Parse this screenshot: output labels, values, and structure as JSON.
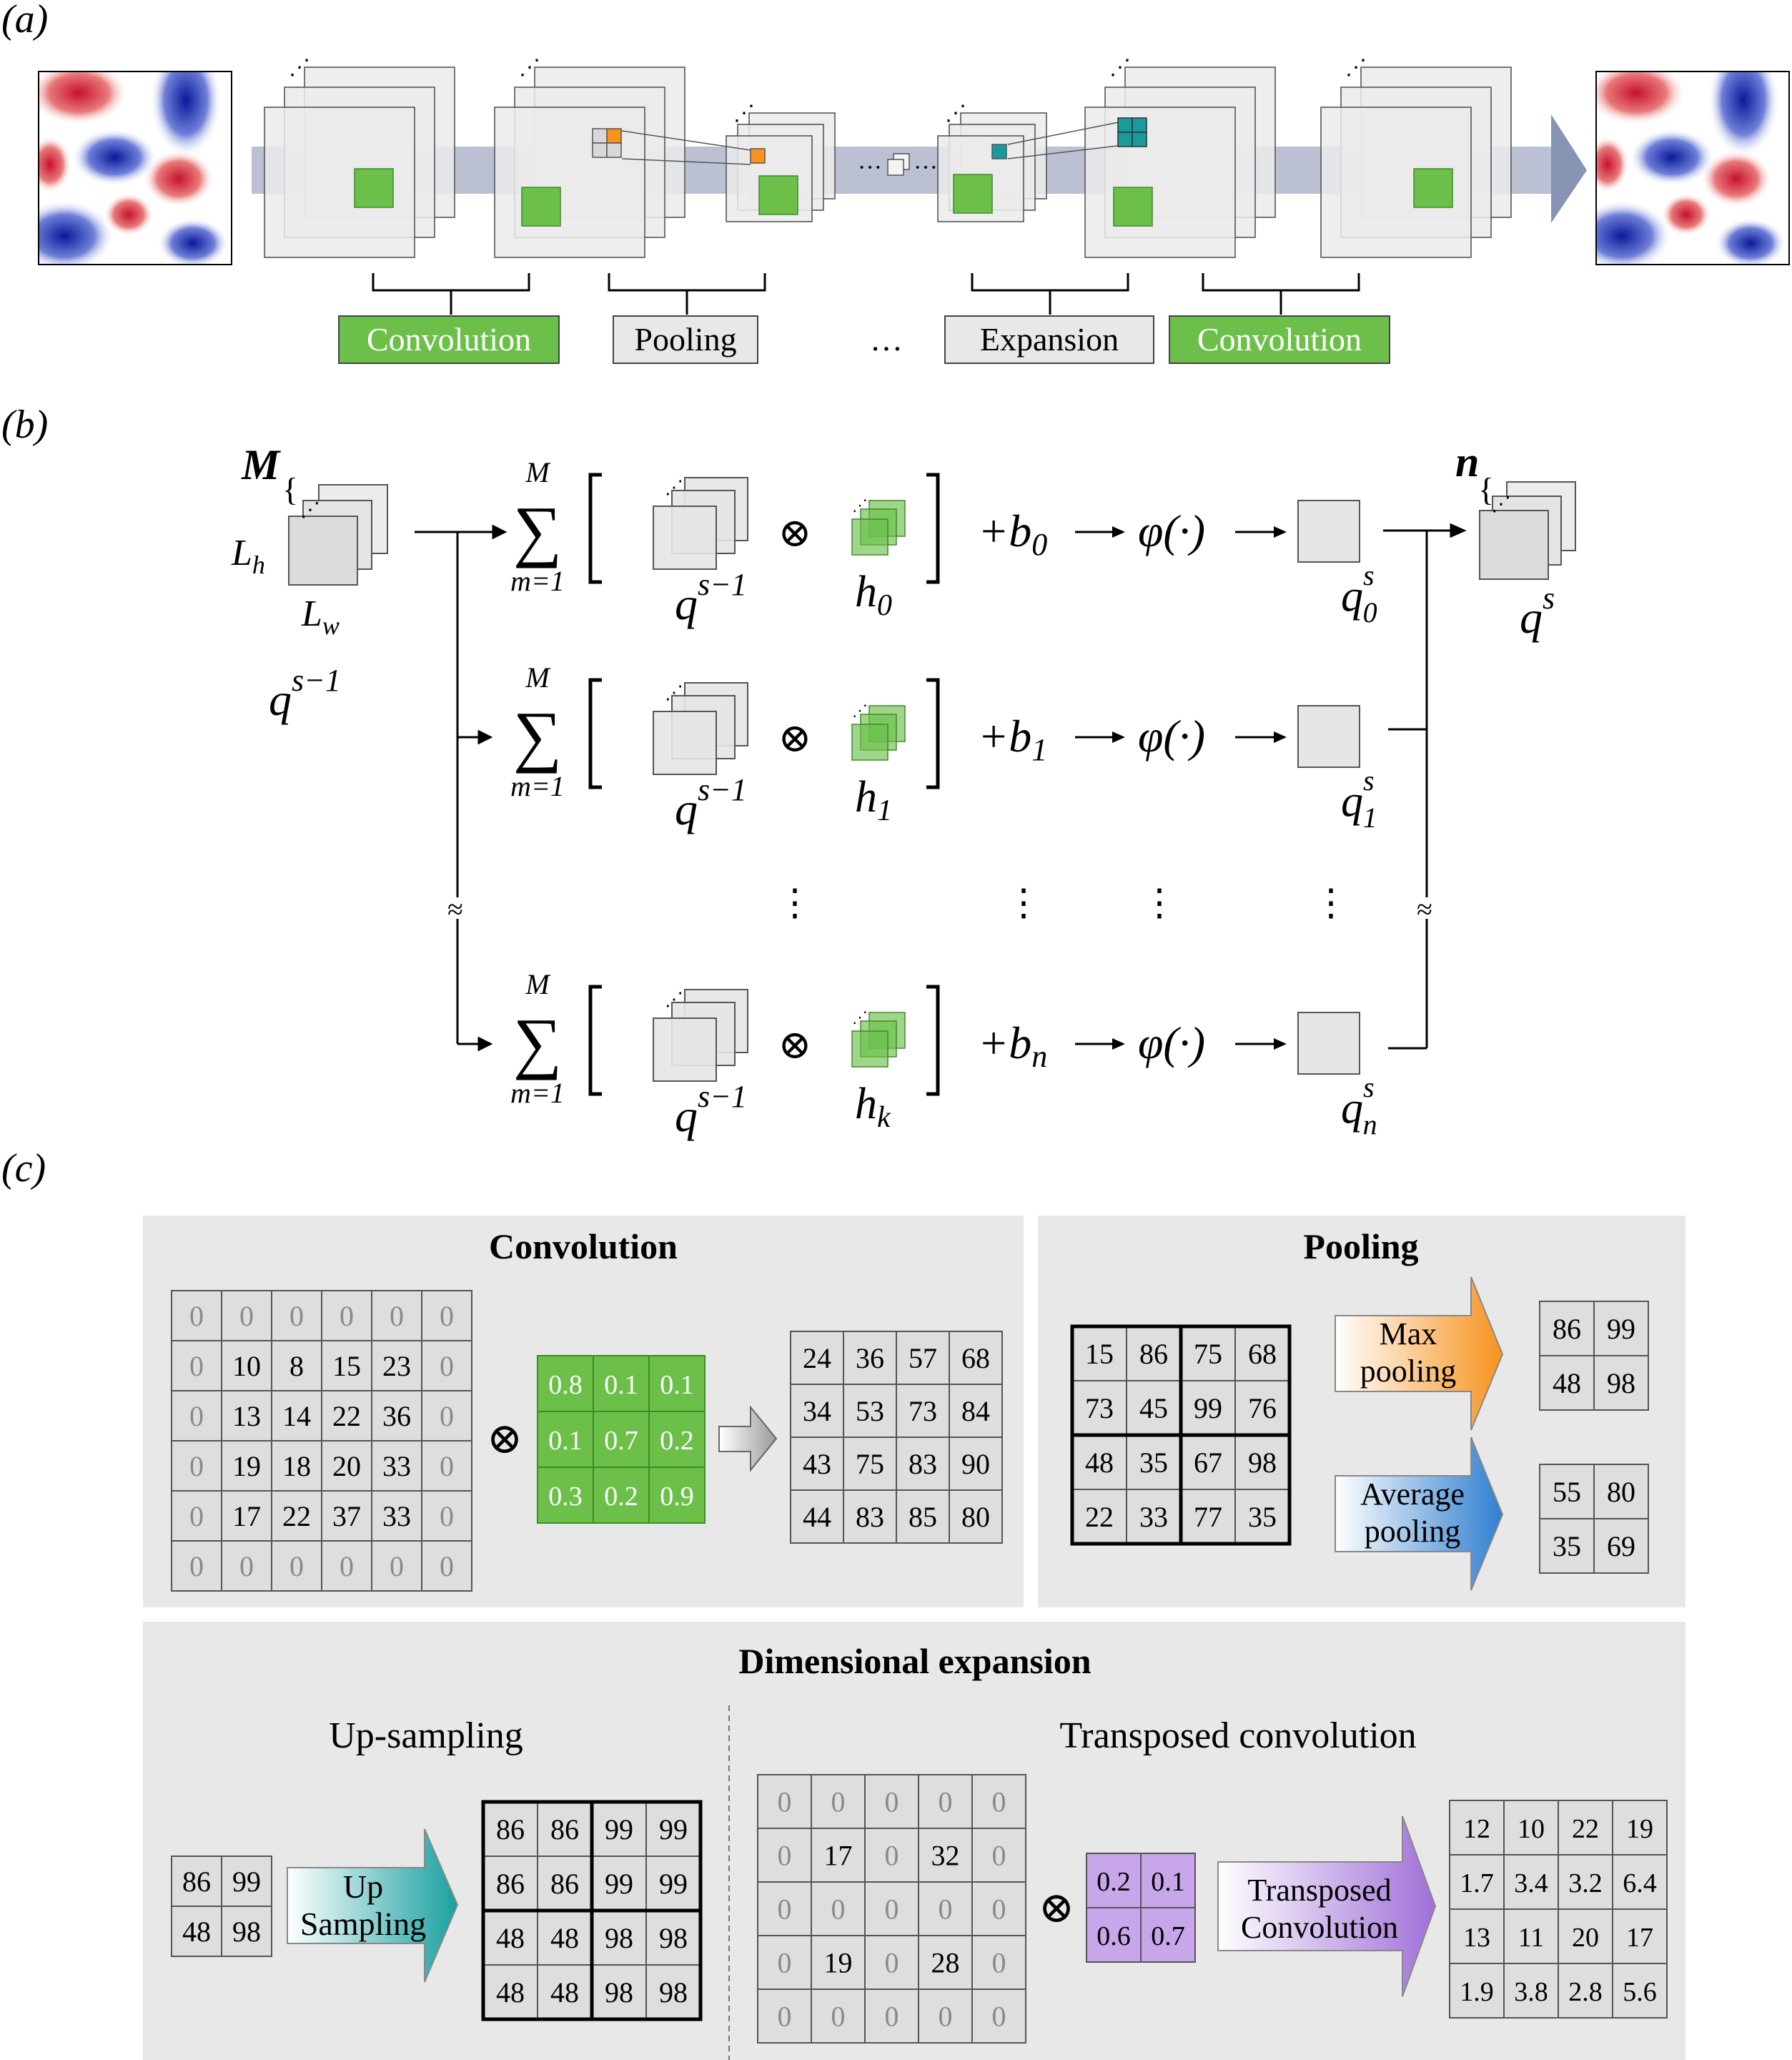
{
  "panel_labels": {
    "a": "(a)",
    "b": "(b)",
    "c": "(c)"
  },
  "a": {
    "labels": {
      "conv1": "Convolution",
      "pool": "Pooling",
      "dots": "…",
      "expansion": "Expansion",
      "conv2": "Convolution"
    },
    "colors": {
      "green": "#6cc04a",
      "orange": "#f7931e",
      "teal": "#1a9a9a",
      "arrow": "#9aa6c0"
    }
  },
  "b": {
    "M": "M",
    "Lh": "L",
    "Lh_sub": "h",
    "Lw": "L",
    "Lw_sub": "w",
    "q_in": "q",
    "q_in_sup": "s−1",
    "sum_top": "M",
    "sum_bottom": "m=1",
    "q_prev": "q",
    "q_prev_sup": "s−1",
    "otimes": "⊗",
    "rows": [
      {
        "h": "h",
        "h_sub": "0",
        "b": "+b",
        "b_sub": "0",
        "q": "q",
        "q_sup": "s",
        "q_sub": "0"
      },
      {
        "h": "h",
        "h_sub": "1",
        "b": "+b",
        "b_sub": "1",
        "q": "q",
        "q_sup": "s",
        "q_sub": "1"
      },
      {
        "h": "h",
        "h_sub": "k",
        "b": "+b",
        "b_sub": "n",
        "q": "q",
        "q_sup": "s",
        "q_sub": "n"
      }
    ],
    "phi": "φ(·)",
    "n": "n",
    "q_out": "q",
    "q_out_sup": "s",
    "vdots": "⋮"
  },
  "c": {
    "convolution": {
      "title": "Convolution",
      "input": [
        [
          0,
          0,
          0,
          0,
          0,
          0
        ],
        [
          0,
          10,
          8,
          15,
          23,
          0
        ],
        [
          0,
          13,
          14,
          22,
          36,
          0
        ],
        [
          0,
          19,
          18,
          20,
          33,
          0
        ],
        [
          0,
          17,
          22,
          37,
          33,
          0
        ],
        [
          0,
          0,
          0,
          0,
          0,
          0
        ]
      ],
      "kernel": [
        [
          "0.8",
          "0.1",
          "0.1"
        ],
        [
          "0.1",
          "0.7",
          "0.2"
        ],
        [
          "0.3",
          "0.2",
          "0.9"
        ]
      ],
      "output": [
        [
          24,
          36,
          57,
          68
        ],
        [
          34,
          53,
          73,
          84
        ],
        [
          43,
          75,
          83,
          90
        ],
        [
          44,
          83,
          85,
          80
        ]
      ],
      "otimes": "⊗"
    },
    "pooling": {
      "title": "Pooling",
      "input": [
        [
          15,
          86,
          75,
          68
        ],
        [
          73,
          45,
          99,
          76
        ],
        [
          48,
          35,
          67,
          98
        ],
        [
          22,
          33,
          77,
          35
        ]
      ],
      "max_label": [
        "Max",
        "pooling"
      ],
      "avg_label": [
        "Average",
        "pooling"
      ],
      "max_output": [
        [
          86,
          99
        ],
        [
          48,
          98
        ]
      ],
      "avg_output": [
        [
          55,
          80
        ],
        [
          35,
          69
        ]
      ]
    },
    "expansion": {
      "title": "Dimensional expansion",
      "upsampling_title": "Up-sampling",
      "transposed_title": "Transposed convolution",
      "up_input": [
        [
          86,
          99
        ],
        [
          48,
          98
        ]
      ],
      "up_label": [
        "Up",
        "Sampling"
      ],
      "up_output": [
        [
          86,
          86,
          99,
          99
        ],
        [
          86,
          86,
          99,
          99
        ],
        [
          48,
          48,
          98,
          98
        ],
        [
          48,
          48,
          98,
          98
        ]
      ],
      "tc_input": [
        [
          0,
          0,
          0,
          0,
          0
        ],
        [
          0,
          17,
          0,
          32,
          0
        ],
        [
          0,
          0,
          0,
          0,
          0
        ],
        [
          0,
          19,
          0,
          28,
          0
        ],
        [
          0,
          0,
          0,
          0,
          0
        ]
      ],
      "tc_kernel": [
        [
          "0.2",
          "0.1"
        ],
        [
          "0.6",
          "0.7"
        ]
      ],
      "tc_label": [
        "Transposed",
        "Convolution"
      ],
      "tc_output": [
        [
          12,
          10,
          22,
          19
        ],
        [
          "1.7",
          "3.4",
          "3.2",
          "6.4"
        ],
        [
          13,
          11,
          20,
          17
        ],
        [
          "1.9",
          "3.8",
          "2.8",
          "5.6"
        ]
      ],
      "otimes": "⊗"
    }
  }
}
